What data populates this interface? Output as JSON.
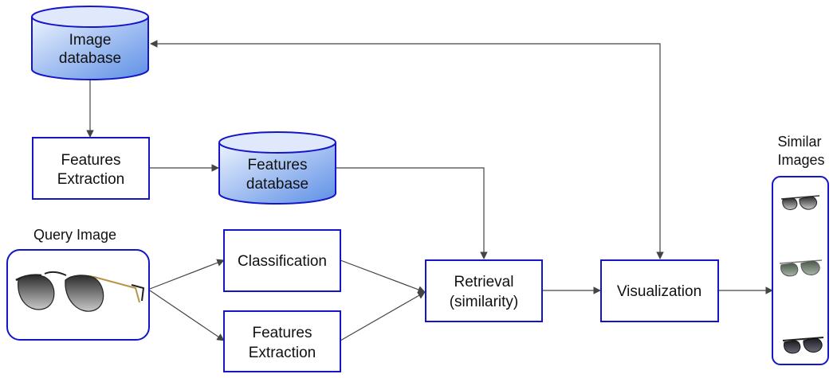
{
  "nodes": {
    "image_db": [
      "Image",
      "database"
    ],
    "features_db": [
      "Features",
      "database"
    ],
    "features_extraction_top": [
      "Features",
      "Extraction"
    ],
    "query_image": "Query Image",
    "classification": "Classification",
    "features_extraction_bottom": [
      "Features",
      "Extraction"
    ],
    "retrieval": [
      "Retrieval",
      "(similarity)"
    ],
    "visualization": "Visualization",
    "similar_images": [
      "Similar",
      "Images"
    ]
  },
  "colors": {
    "box_stroke": "#1414c8",
    "db_fill_light": "#e8f0fc",
    "db_fill_dark": "#5d8fe6",
    "arrow": "#444444"
  },
  "icons": {
    "query": "sunglasses-icon",
    "results": [
      "aviator-sunglasses-icon",
      "aviator-sunglasses-icon",
      "aviator-sunglasses-icon"
    ]
  }
}
